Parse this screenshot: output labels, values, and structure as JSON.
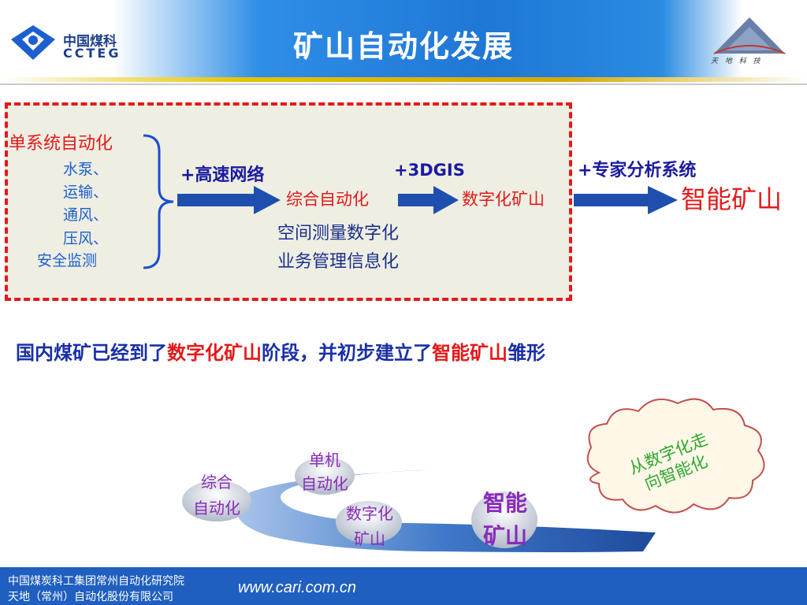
{
  "header": {
    "title": "矿山自动化发展",
    "logo_name": "中国煤科",
    "logo_abbr": "CCTEG",
    "right_logo_text": "天 地 科 技"
  },
  "top_diagram": {
    "single_title": "单系统自动化",
    "single_items": [
      "水泵、",
      "运输、",
      "通风、",
      "压风、",
      "安全监测"
    ],
    "add_network": "+高速网络",
    "add_3dgis": "+3DGIS",
    "add_expert": "+专家分析系统",
    "node_integrated": "综合自动化",
    "node_digital": "数字化矿山",
    "node_smart": "智能矿山",
    "line1": "空间测量数字化",
    "line2": "业务管理信息化"
  },
  "conclusion": {
    "part1": "国内煤矿已经到了",
    "hl1": "数字化矿山",
    "part2": "阶段，并初步建立了",
    "hl2": "智能矿山",
    "part3": "雏形"
  },
  "bottom_diagram": {
    "stage1_a": "综合",
    "stage1_b": "自动化",
    "stage2_a": "单机",
    "stage2_b": "自动化",
    "stage3_a": "数字化",
    "stage3_b": "矿山",
    "stage4_a": "智能",
    "stage4_b": "矿山",
    "cloud_a": "从数字化走",
    "cloud_b": "向智能化"
  },
  "footer": {
    "line1": "中国煤炭科工集团常州自动化研究院",
    "line2": "天地（常州）自动化股份有限公司",
    "url": "www.cari.com.cn"
  },
  "colors": {
    "title_bg": "#1f77d6",
    "accent_red": "#e21a1a",
    "accent_blue": "#1a2fa6",
    "footer_bg": "#1f5fbf"
  }
}
